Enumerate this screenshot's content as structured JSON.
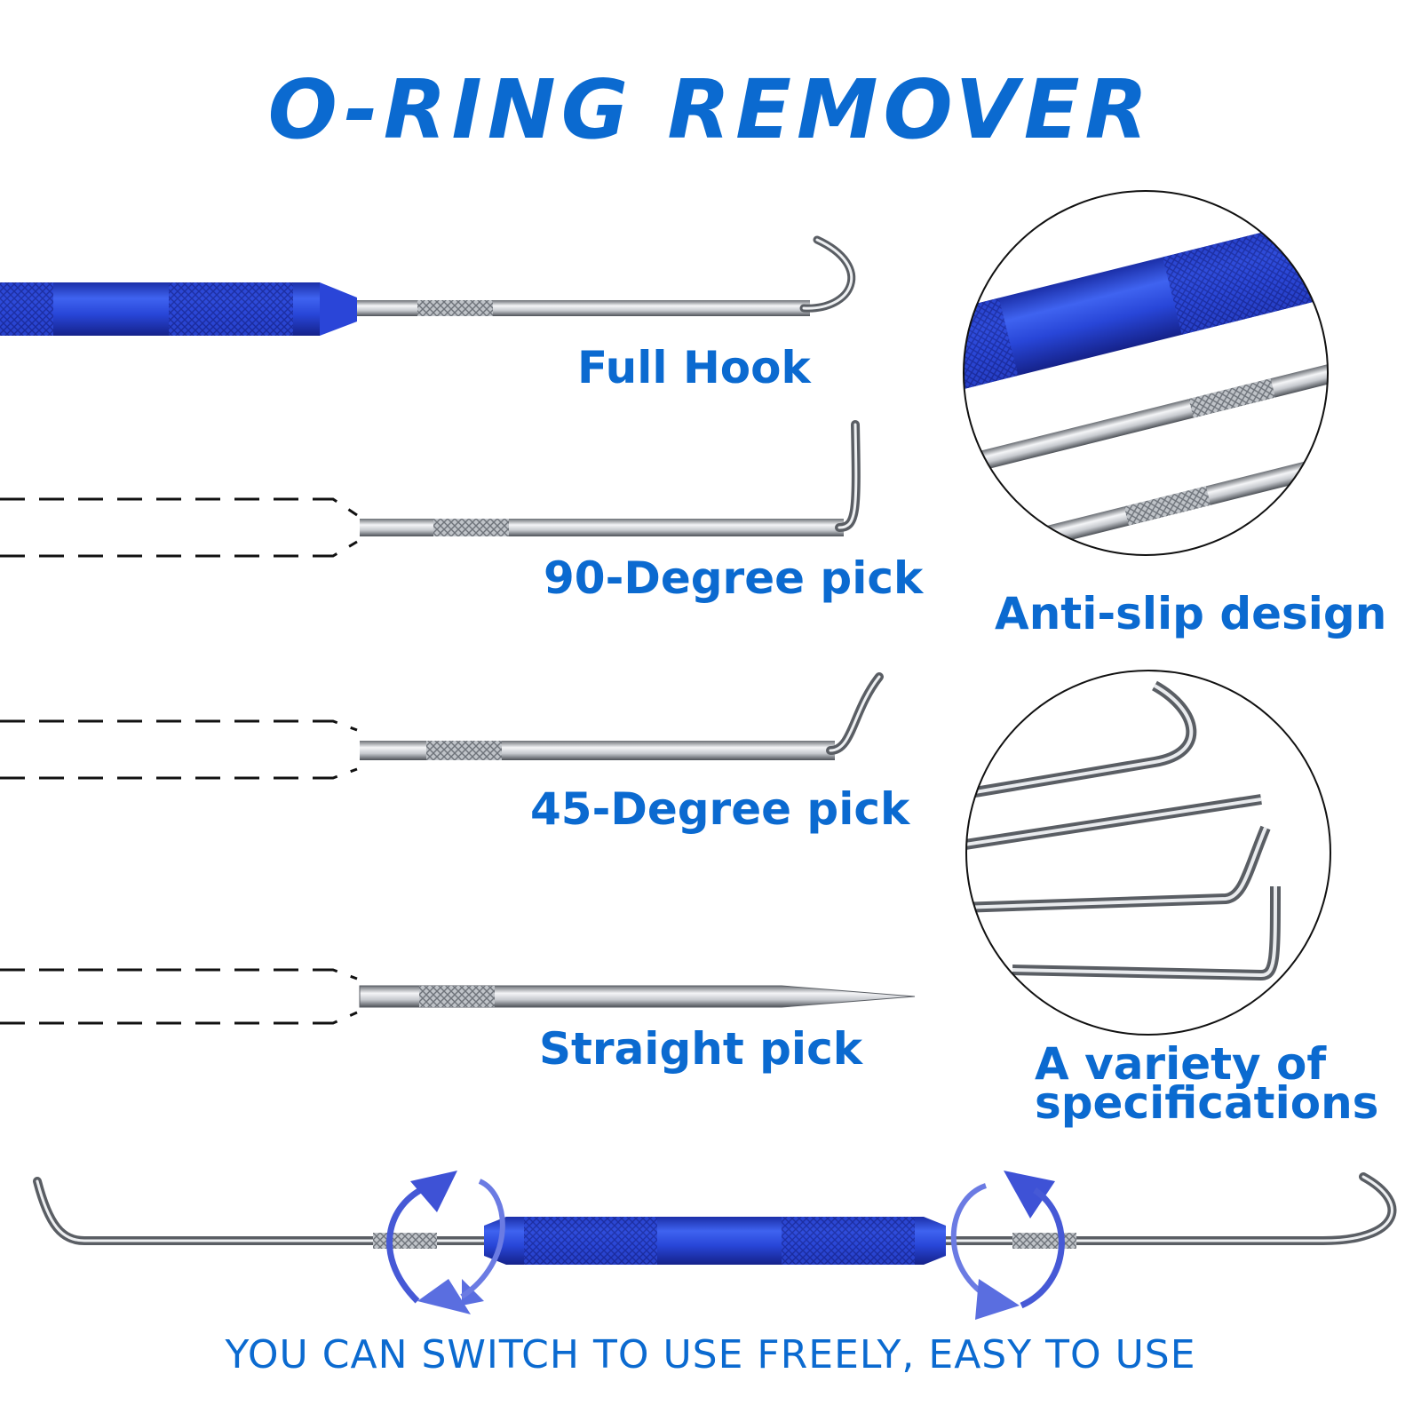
{
  "title": "O-RING REMOVER",
  "tools": {
    "full_hook": "Full Hook",
    "pick_90": "90-Degree pick",
    "pick_45": "45-Degree pick",
    "straight": "Straight pick"
  },
  "features": {
    "anti_slip": "Anti-slip design",
    "variety": "A variety of specifications"
  },
  "footer": "YOU CAN SWITCH TO USE FREELY, EASY TO USE",
  "colors": {
    "brand_blue": "#0b6ad0",
    "handle_blue": "#2a45d8",
    "arrow_blue": "#4659d6"
  }
}
